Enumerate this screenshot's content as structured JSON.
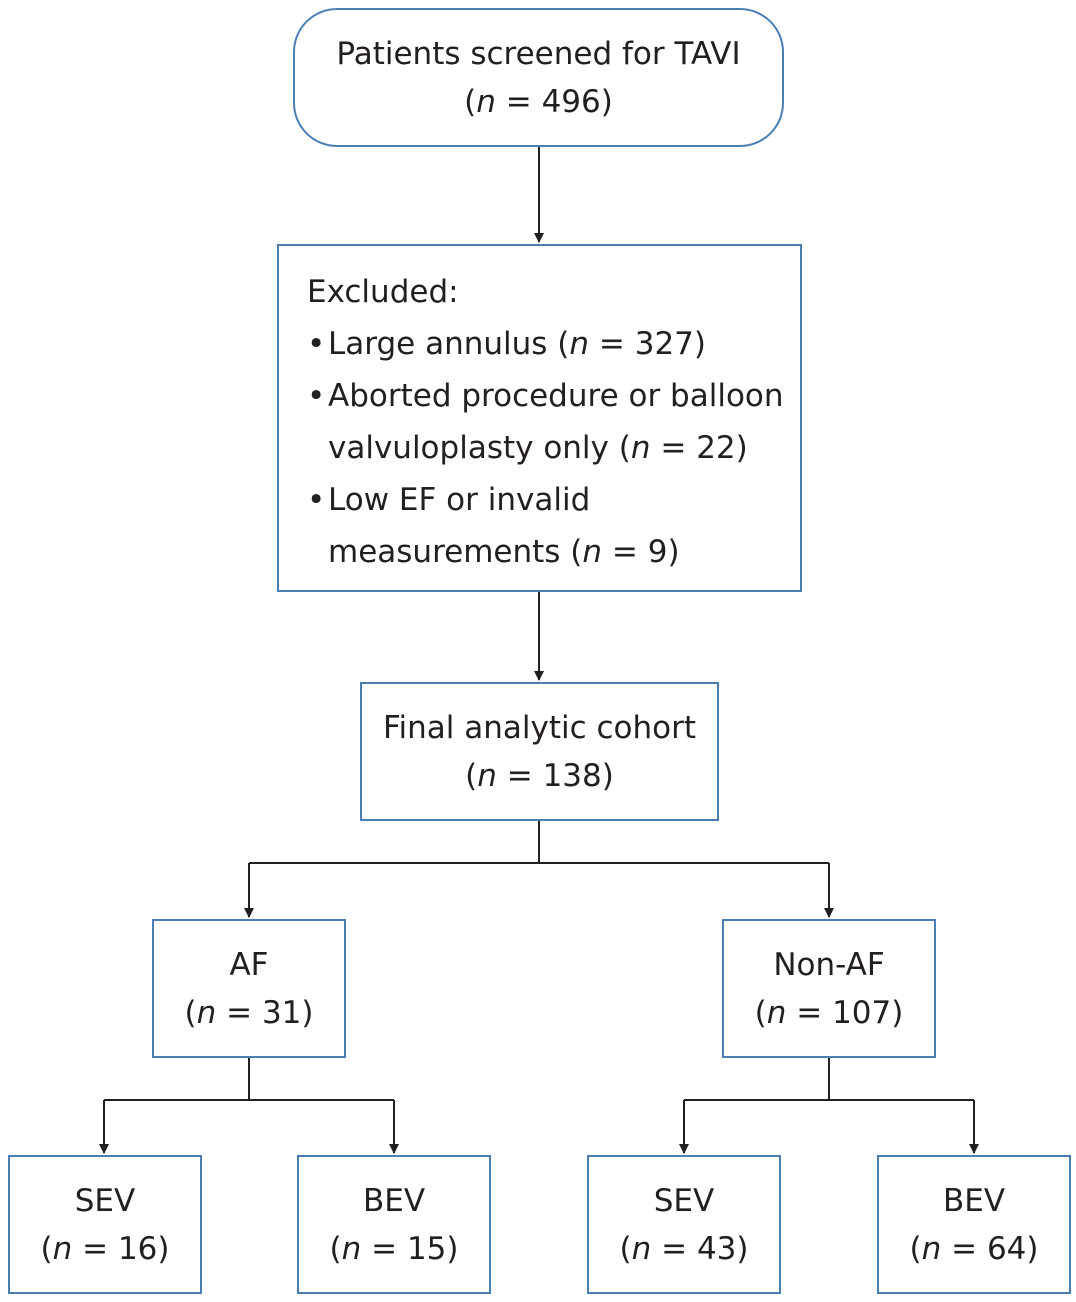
{
  "screened": {
    "label": "Patients screened for TAVI",
    "n": "496"
  },
  "excluded": {
    "title": "Excluded:",
    "items": [
      {
        "text": "Large annulus",
        "n": "327"
      },
      {
        "text_line1": "Aborted procedure or balloon",
        "text_line2": "valvuloplasty only",
        "n": "22"
      },
      {
        "text_line1": "Low EF or invalid",
        "text_line2": "measurements",
        "n": "9"
      }
    ]
  },
  "cohort": {
    "label": "Final analytic cohort",
    "n": "138"
  },
  "af": {
    "label": "AF",
    "n": "31"
  },
  "non_af": {
    "label": "Non-AF",
    "n": "107"
  },
  "af_sev": {
    "label": "SEV",
    "n": "16"
  },
  "af_bev": {
    "label": "BEV",
    "n": "15"
  },
  "nonaf_sev": {
    "label": "SEV",
    "n": "43"
  },
  "nonaf_bev": {
    "label": "BEV",
    "n": "64"
  },
  "n_symbol": "n",
  "colors": {
    "box_border": "#4a7fb5",
    "connector": "#231f20",
    "text": "#231f20"
  }
}
